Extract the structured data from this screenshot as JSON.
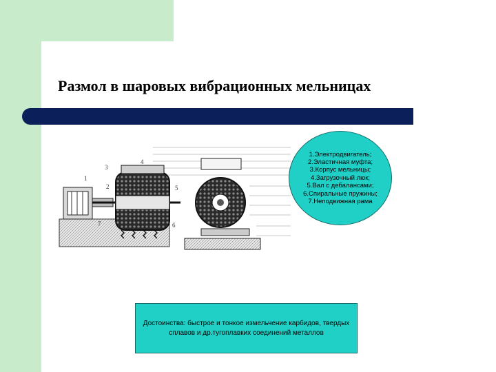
{
  "slide": {
    "title": "Размол в шаровых вибрационных мельницах",
    "legend": [
      "1.Электродвигатель;",
      "2.Эластичная муфта;",
      "3.Корпус мельницы;",
      "4.Загрузочный люк;",
      "5.Вал с дебалансами;",
      "6.Спиральные пружины;",
      "7.Неподвижная рама"
    ],
    "advantages": "Достоинства: быстрое и тонкое измельчение карбидов, твердых сплавов и др.тугоплавких соединений металлов",
    "diagram_labels": [
      "1",
      "2",
      "3",
      "4",
      "5",
      "6",
      "7"
    ]
  },
  "colors": {
    "accent_green": "#c8ebcb",
    "title_bar": "#0b1f5a",
    "callout_fill": "#20d0c6"
  },
  "icons": {
    "diagram": "vibration-mill-drawing"
  }
}
